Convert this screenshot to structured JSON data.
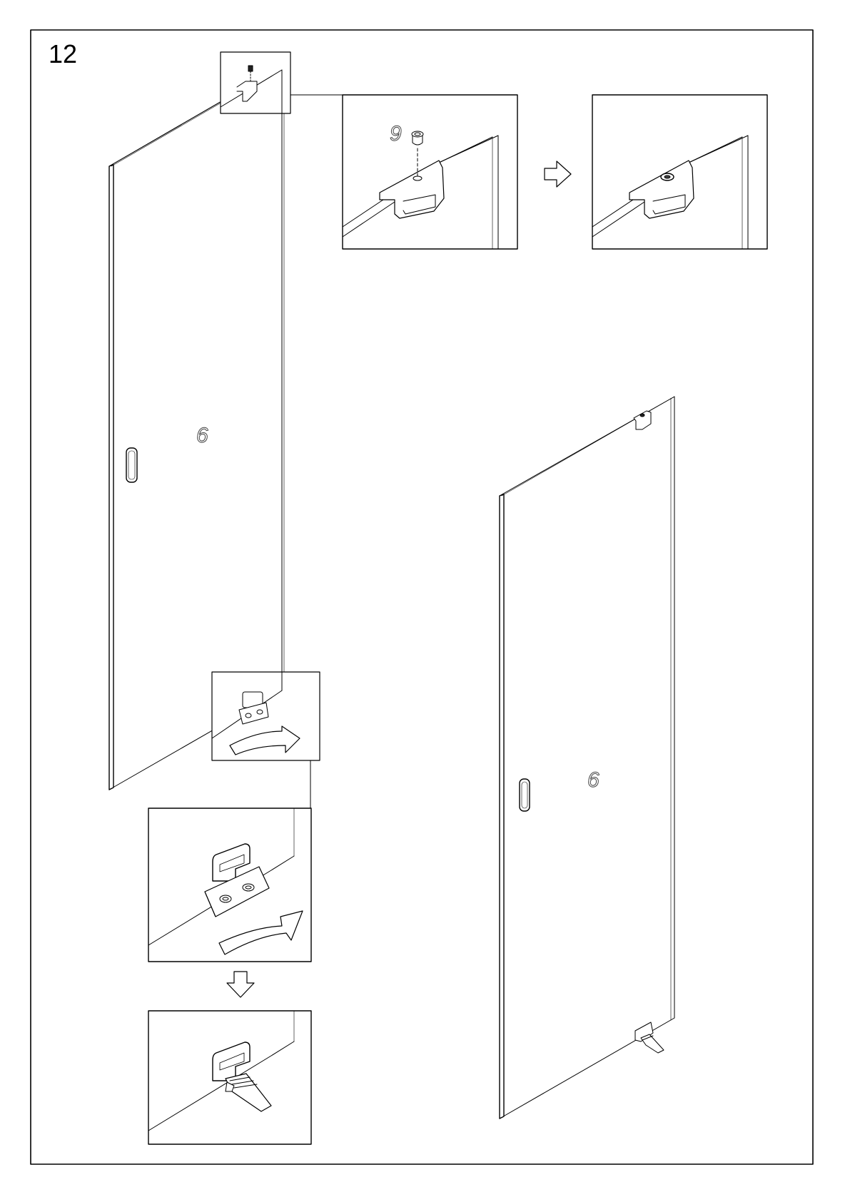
{
  "step": {
    "number": "12"
  },
  "parts": {
    "panel_left": "6",
    "panel_right": "6",
    "hardware": "9"
  }
}
